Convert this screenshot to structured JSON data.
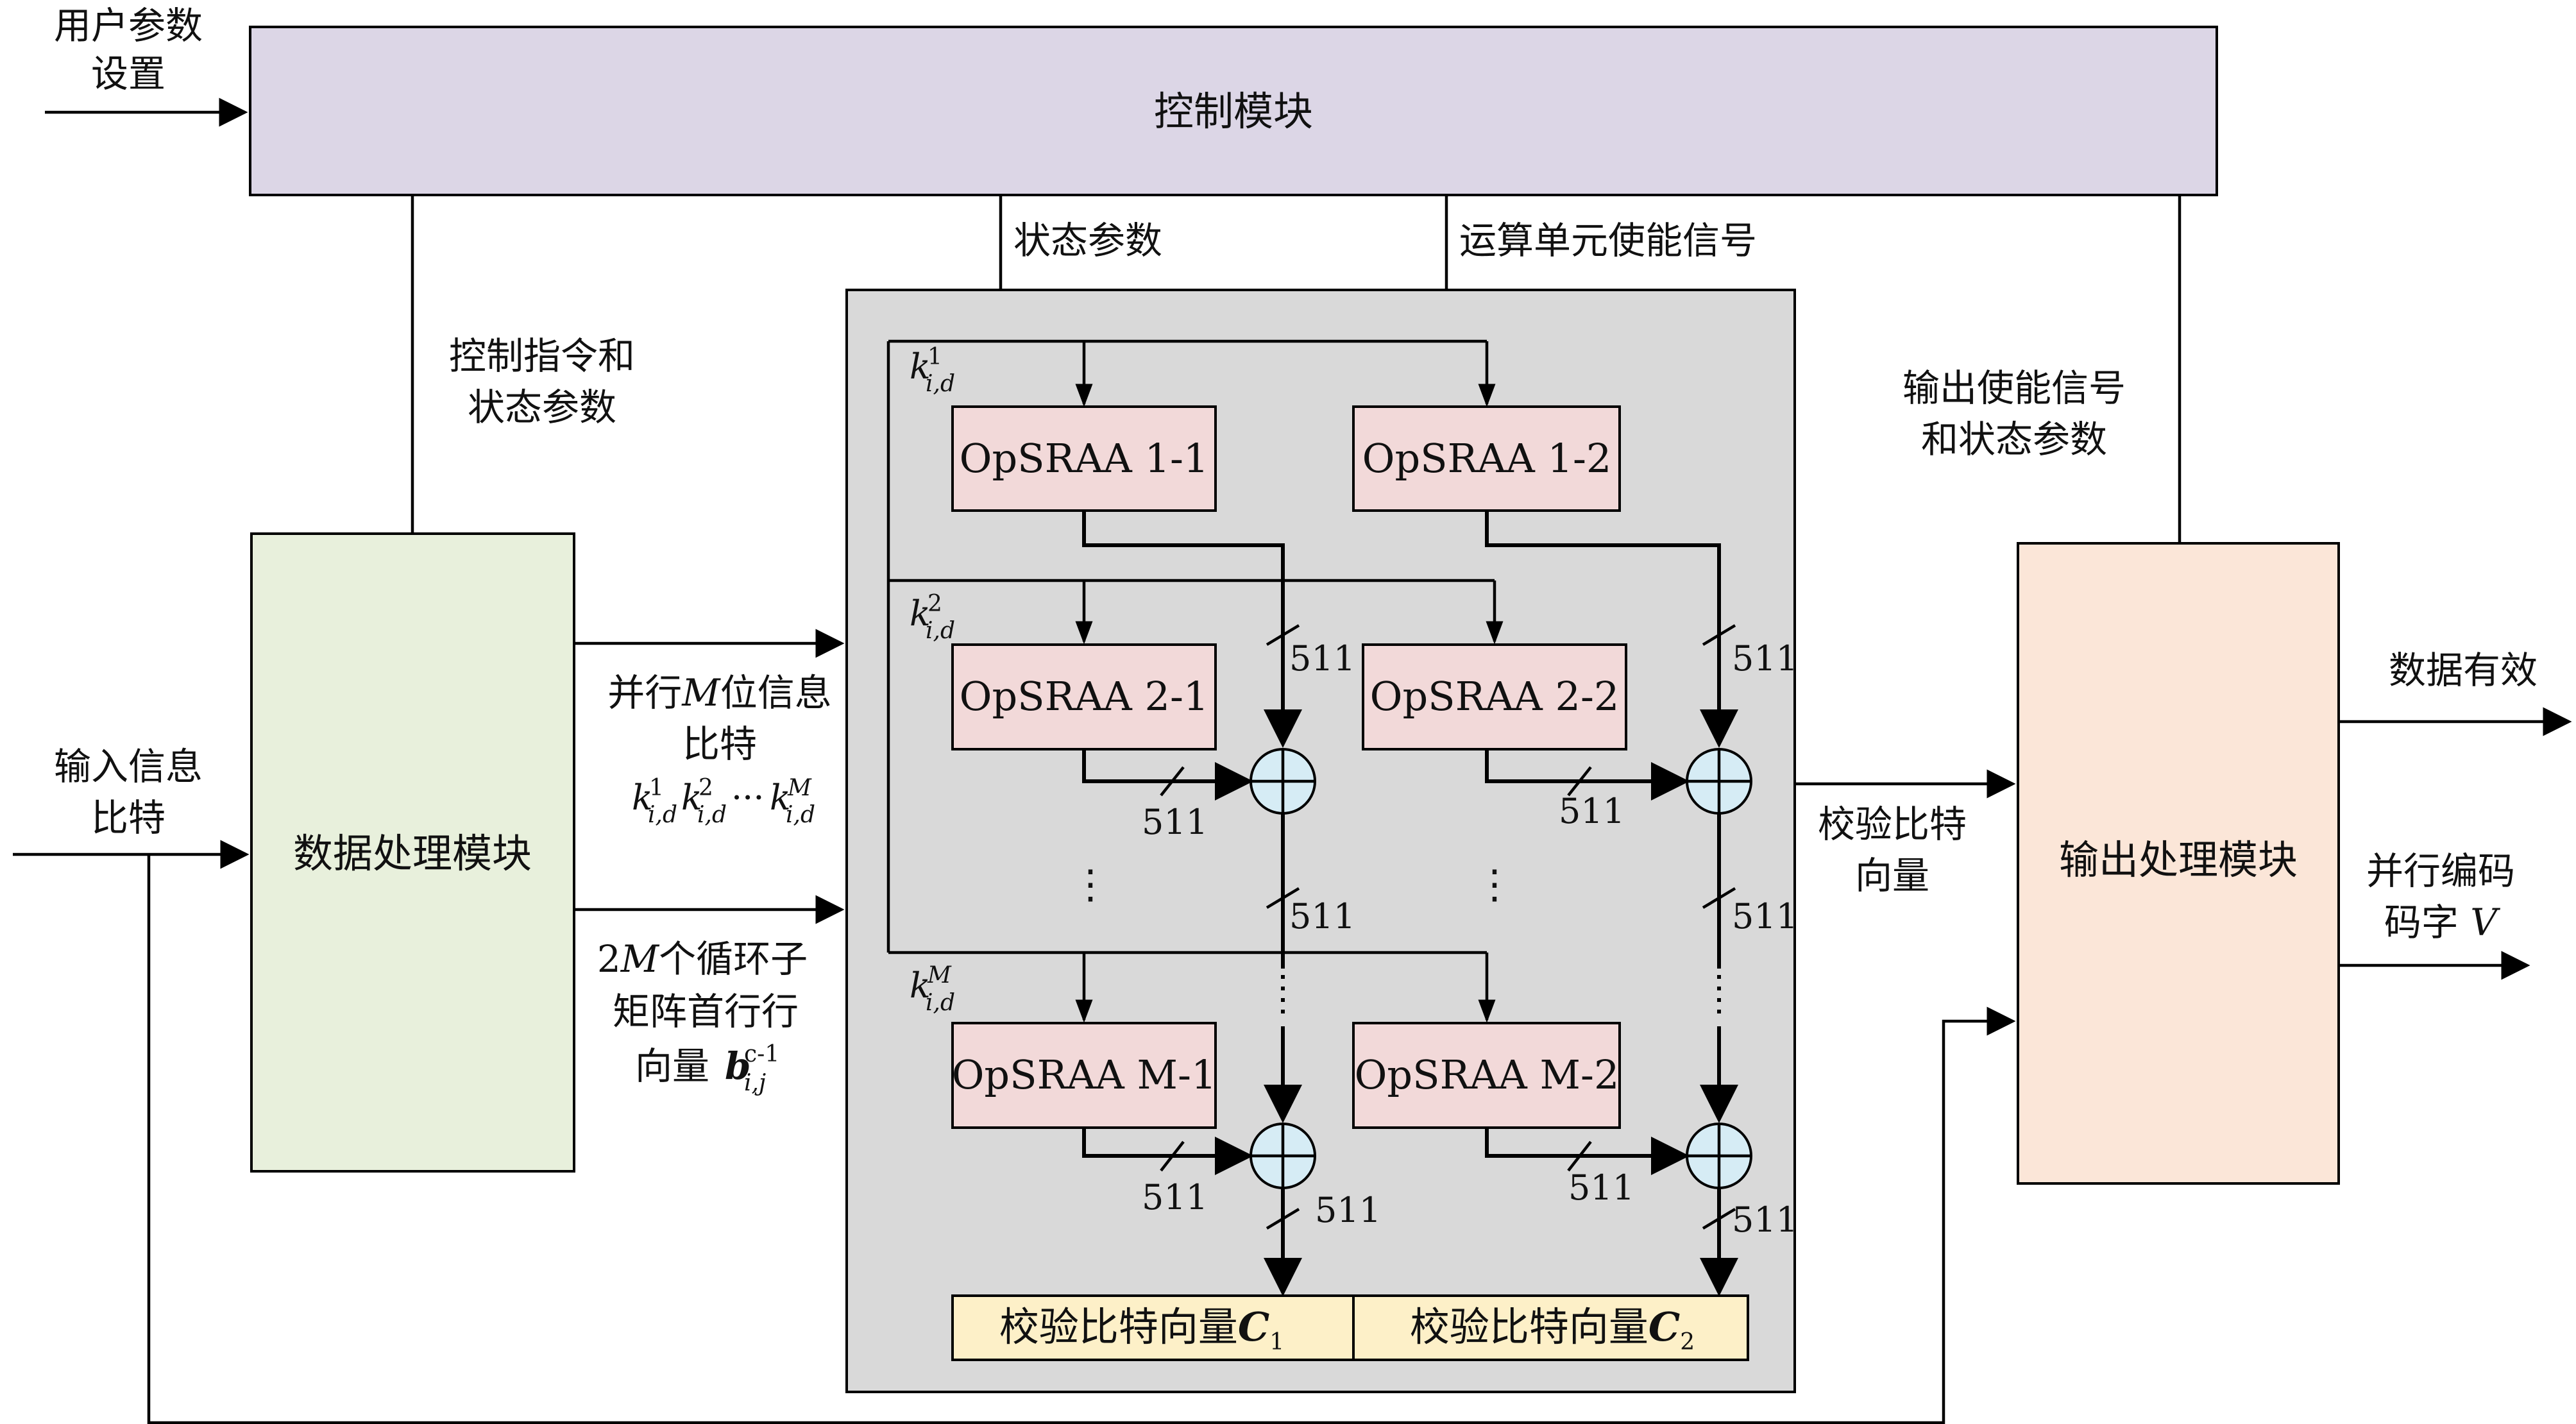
{
  "control_module": {
    "label": "控制模块"
  },
  "data_module": {
    "label": "数据处理模块"
  },
  "output_module": {
    "label": "输出处理模块"
  },
  "labels": {
    "user_params_1": "用户参数",
    "user_params_2": "设置",
    "state_params": "状态参数",
    "unit_enable": "运算单元使能信号",
    "ctrl_cmd_1": "控制指令和",
    "ctrl_cmd_2": "状态参数",
    "out_enable_1": "输出使能信号",
    "out_enable_2": "和状态参数",
    "input_bits_1": "输入信息",
    "input_bits_2": "比特",
    "parallel_bits_1a": "并行",
    "parallel_bits_1m": "M",
    "parallel_bits_1b": "位信息",
    "parallel_bits_2": "比特",
    "cyc_1a": "2",
    "cyc_1m": "M",
    "cyc_1b": "个循环子",
    "cyc_2": "矩阵首行行",
    "cyc_3": "向量",
    "check_vec_1": "校验比特",
    "check_vec_2": "向量",
    "data_valid": "数据有效",
    "codeword_1": "并行编码",
    "codeword_2a": "码字 ",
    "codeword_2v": "V",
    "ellipsis": "⋮",
    "bus_width": "511"
  },
  "units": {
    "r1c1": "OpSRAA 1-1",
    "r1c2": "OpSRAA 1-2",
    "r2c1": "OpSRAA 2-1",
    "r2c2": "OpSRAA 2-2",
    "rmc1": "OpSRAA M-1",
    "rmc2": "OpSRAA M-2"
  },
  "k_labels": {
    "k": "k",
    "sub": "i,d",
    "sup1": "1",
    "sup2": "2",
    "supM": "M"
  },
  "check_results": {
    "c1_text": "校验比特向量",
    "c1_var": "C",
    "c1_sub": "1",
    "c2_text": "校验比特向量",
    "c2_var": "C",
    "c2_sub": "2"
  },
  "colors": {
    "control_fill": "#dcd6e6",
    "data_fill": "#e8f0dc",
    "output_fill": "#fbe6d8",
    "array_fill": "#d9d9d9",
    "unit_fill": "#f2d9d9",
    "xor_fill": "#d6ecf5",
    "result_fill": "#fdf0c8"
  }
}
